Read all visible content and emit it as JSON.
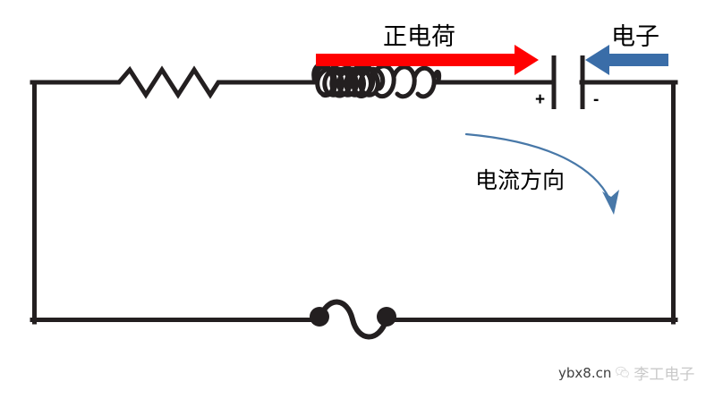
{
  "diagram": {
    "title": "RLC circuit charge and current direction diagram",
    "labels": {
      "positive_charge": "正电荷",
      "electron": "电子",
      "current_direction": "电流方向",
      "capacitor_plus": "+",
      "capacitor_minus": "-"
    },
    "components": [
      {
        "name": "resistor",
        "symbol": "zigzag",
        "position": "top-wire-left"
      },
      {
        "name": "inductor",
        "symbol": "coil",
        "loops": 8,
        "position": "top-wire-middle"
      },
      {
        "name": "capacitor",
        "symbol": "parallel-plates",
        "position": "top-wire-right"
      },
      {
        "name": "wire-jumper",
        "symbol": "s-curve-with-nodes",
        "nodes": 2,
        "position": "bottom-wire-middle"
      }
    ],
    "arrows": [
      {
        "name": "positive-charge-arrow",
        "direction": "right",
        "color": "#FF0000",
        "label": "正电荷"
      },
      {
        "name": "electron-arrow",
        "direction": "left",
        "color": "#3A6DA8",
        "label": "电子"
      },
      {
        "name": "current-direction-arrow",
        "direction": "curved-down-right",
        "color": "#4878A8",
        "label": "电流方向"
      }
    ]
  },
  "colors": {
    "wire": "#231f20",
    "positive_charge_arrow": "#FF0000",
    "electron_arrow": "#3A6DA8",
    "current_arrow": "#4878A8",
    "background": "#FFFFFF",
    "watermark_domain": "#3F3F3F",
    "watermark_name": "#C9C9C9"
  },
  "watermark": {
    "domain": "ybx8.cn",
    "logo": "wechat-icon",
    "name": "李工电子"
  }
}
